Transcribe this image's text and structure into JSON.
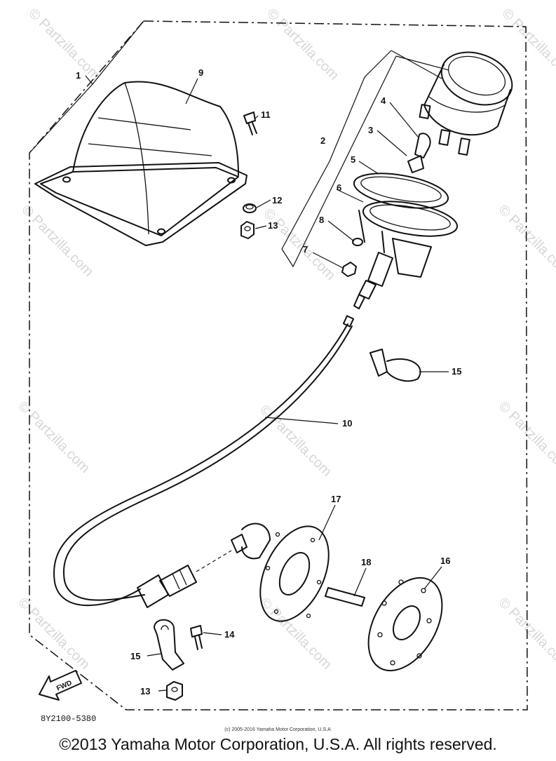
{
  "diagram": {
    "callouts": [
      {
        "id": "c1",
        "label": "1"
      },
      {
        "id": "c9",
        "label": "9"
      },
      {
        "id": "c11",
        "label": "11"
      },
      {
        "id": "c12",
        "label": "12"
      },
      {
        "id": "c13a",
        "label": "13"
      },
      {
        "id": "c4",
        "label": "4"
      },
      {
        "id": "c3",
        "label": "3"
      },
      {
        "id": "c2",
        "label": "2"
      },
      {
        "id": "c5",
        "label": "5"
      },
      {
        "id": "c6",
        "label": "6"
      },
      {
        "id": "c8",
        "label": "8"
      },
      {
        "id": "c7",
        "label": "7"
      },
      {
        "id": "c15a",
        "label": "15"
      },
      {
        "id": "c10",
        "label": "10"
      },
      {
        "id": "c17",
        "label": "17"
      },
      {
        "id": "c18",
        "label": "18"
      },
      {
        "id": "c16",
        "label": "16"
      },
      {
        "id": "c14",
        "label": "14"
      },
      {
        "id": "c15b",
        "label": "15"
      },
      {
        "id": "c13b",
        "label": "13"
      }
    ],
    "fwd_label": "FWD",
    "drawing_code": "8Y2100-5380",
    "small_copyright": "(c) 2005-2016 Yamaha Motor Corporation, U.S.A",
    "watermark": "© Partzilla.com"
  },
  "footer": {
    "copyright": "©2013 Yamaha Motor Corporation, U.S.A. All rights reserved."
  }
}
